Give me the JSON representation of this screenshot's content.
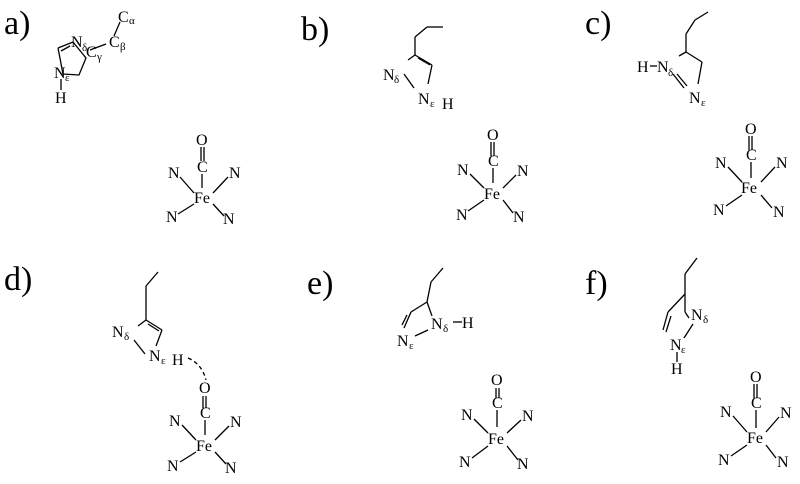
{
  "panels": [
    {
      "label": "a)"
    },
    {
      "label": "b)"
    },
    {
      "label": "c)"
    },
    {
      "label": "d)"
    },
    {
      "label": "e)"
    },
    {
      "label": "f)"
    }
  ],
  "atoms": {
    "N": "N",
    "C": "C",
    "H": "H",
    "O": "O",
    "Fe": "Fe"
  },
  "subscripts": {
    "delta": "δ",
    "epsilon": "ε",
    "gamma": "γ",
    "alpha": "α",
    "beta": "β"
  }
}
